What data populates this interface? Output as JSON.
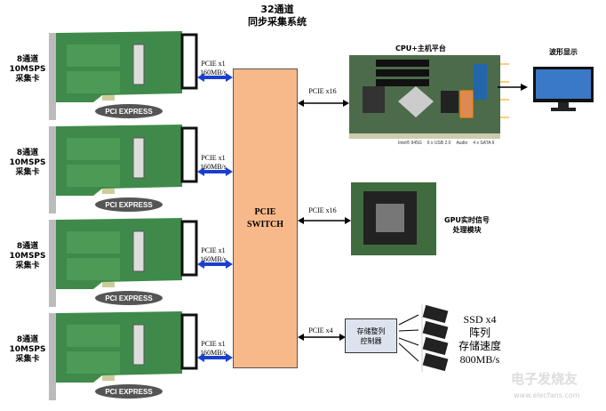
{
  "title": {
    "line1": "32通道",
    "line2": "同步采集系统"
  },
  "cards": [
    {
      "label1": "8通道",
      "label2": "10MSPS",
      "label3": "采集卡",
      "badge": "PCI EXPRESS",
      "link1": "PCIE x1",
      "link2": "160MB/s"
    },
    {
      "label1": "8通道",
      "label2": "10MSPS",
      "label3": "采集卡",
      "badge": "PCI EXPRESS",
      "link1": "PCIE x1",
      "link2": "160MB/s"
    },
    {
      "label1": "8通道",
      "label2": "10MSPS",
      "label3": "采集卡",
      "badge": "PCI EXPRESS",
      "link1": "PCIE x1",
      "link2": "160MB/s"
    },
    {
      "label1": "8通道",
      "label2": "10MSPS",
      "label3": "采集卡",
      "badge": "PCI EXPRESS",
      "link1": "PCIE x1",
      "link2": "160MB/s"
    }
  ],
  "switch": {
    "line1": "PCIE",
    "line2": "SWITCH"
  },
  "cpu": {
    "label": "CPU+主机平台",
    "link": "PCIE x16",
    "callouts": [
      "Intel® 945G",
      "6 x USB 2.0",
      "Audio",
      "4 x SATA II"
    ]
  },
  "display": {
    "label": "波形显示"
  },
  "gpu": {
    "label1": "GPU实时信号",
    "label2": "处理模块",
    "link": "PCIE x16"
  },
  "storage": {
    "link": "PCIE x4",
    "controller1": "存储整列",
    "controller2": "控制器",
    "ssd1": "SSD x4",
    "ssd2": "阵列",
    "ssd3": "存储速度",
    "ssd4": "800MB/s"
  },
  "watermark": {
    "text": "电子发烧友",
    "url": "www.elecfans.com"
  },
  "colors": {
    "switch": "#f7b98a",
    "pcb": "#3f8a4a",
    "link_arrow": "#1a3fd0",
    "controller": "#dde3ee"
  }
}
